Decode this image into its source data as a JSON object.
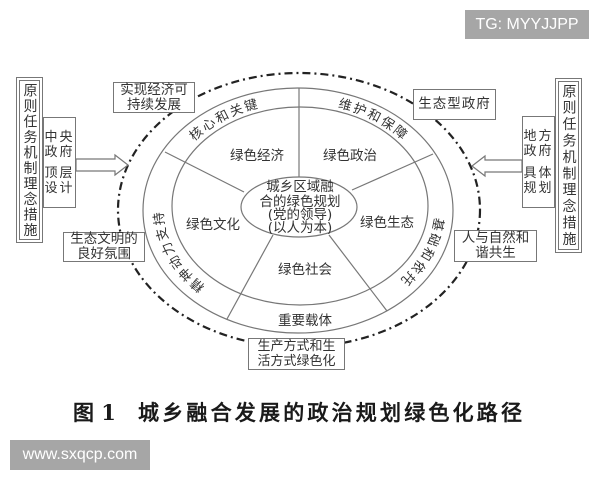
{
  "watermark_top": "TG: MYYJJPP",
  "watermark_bottom": "www.sxqcp.com",
  "left_panel": {
    "principles_label": "原则任务机制理念措施",
    "actor_lines": [
      "中央",
      "政府",
      "顶层",
      "设计"
    ],
    "arrow_direction": "right"
  },
  "right_panel": {
    "principles_label": "原则任务机制理念措施",
    "actor_lines": [
      "地方",
      "政府",
      "具体",
      "规划"
    ],
    "arrow_direction": "left"
  },
  "goals": {
    "top_left": [
      "实现经济可",
      "持续发展"
    ],
    "top_right": [
      "生态型政府"
    ],
    "left": [
      "生态文明的",
      "良好氛围"
    ],
    "right": [
      "人与自然和",
      "谐共生"
    ],
    "bottom": [
      "生产方式和生",
      "活方式绿色化"
    ]
  },
  "ring_roles": {
    "top_left": "核心和关键",
    "top_right": "维护和保障",
    "left": "精神动力支持",
    "right": "基础和依托",
    "bottom": "重要载体"
  },
  "sectors": {
    "economy": "绿色经济",
    "politics": "绿色政治",
    "culture": "绿色文化",
    "ecology": "绿色生态",
    "society": "绿色社会"
  },
  "center_lines": [
    "城乡区域融",
    "合的绿色规划",
    "(党的领导)",
    "(以人为本)"
  ],
  "caption": {
    "figure_number": "图 1",
    "title": "城乡融合发展的政治规划绿色化路径"
  },
  "colors": {
    "line": "#777777",
    "dash_ellipse": "#222222",
    "text": "#333333",
    "watermark_bg": "#a6a6a6"
  }
}
